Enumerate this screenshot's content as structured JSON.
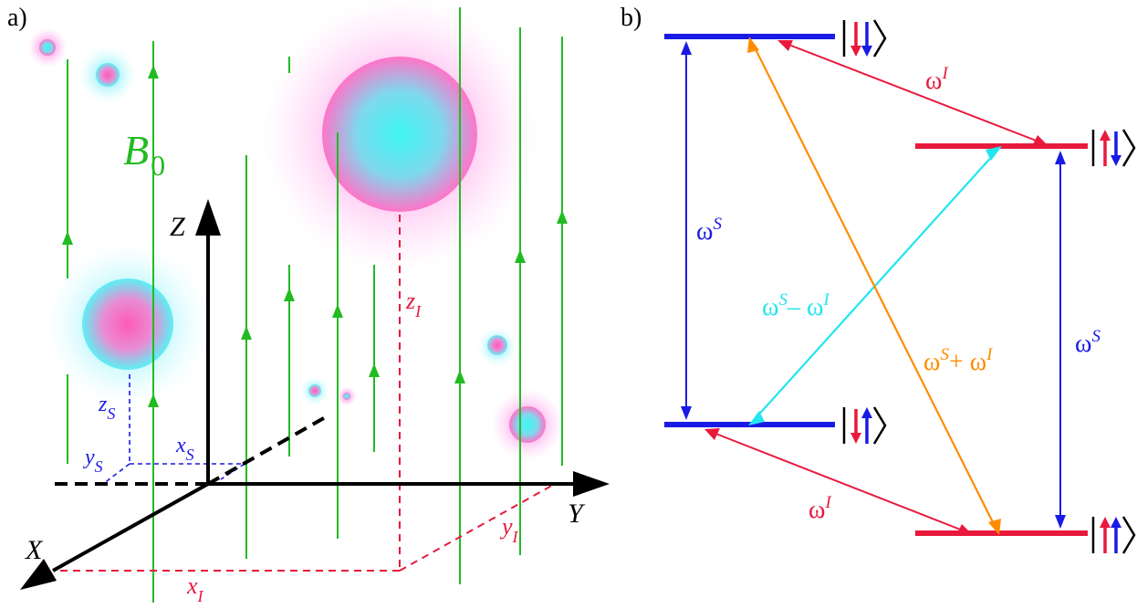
{
  "panel_a": {
    "label": "a)",
    "field_label": "B",
    "field_subscript": "0",
    "axes": {
      "z": "Z",
      "y": "Y",
      "x": "X"
    },
    "spin_s": {
      "z": "z",
      "z_sub": "S",
      "y": "y",
      "y_sub": "S",
      "x": "x",
      "x_sub": "S"
    },
    "spin_i": {
      "z": "z",
      "z_sub": "I",
      "y": "y",
      "y_sub": "I",
      "x": "x",
      "x_sub": "I"
    }
  },
  "panel_b": {
    "label": "b)",
    "states": {
      "top": "|↓↓⟩",
      "upper_right": "|↑↓⟩",
      "lower_left": "|↓↑⟩",
      "bottom": "|↑↑⟩"
    },
    "transitions": {
      "omega_i_top": {
        "base": "ω",
        "sup": "I"
      },
      "omega_s_left": {
        "base": "ω",
        "sup": "S"
      },
      "omega_s_right": {
        "base": "ω",
        "sup": "S"
      },
      "omega_diff": {
        "base": "ω",
        "sup": "S",
        "op": "– ω",
        "sup2": "I"
      },
      "omega_sum": {
        "base": "ω",
        "sup": "S",
        "op": "+ ω",
        "sup2": "I"
      },
      "omega_i_bottom": {
        "base": "ω",
        "sup": "I"
      }
    }
  },
  "colors": {
    "field": "#22bb22",
    "spin_i": "#e8193c",
    "spin_s": "#1a1ae6",
    "cyan": "#22e5f0",
    "orange": "#ff8c00",
    "axis": "#000000"
  }
}
